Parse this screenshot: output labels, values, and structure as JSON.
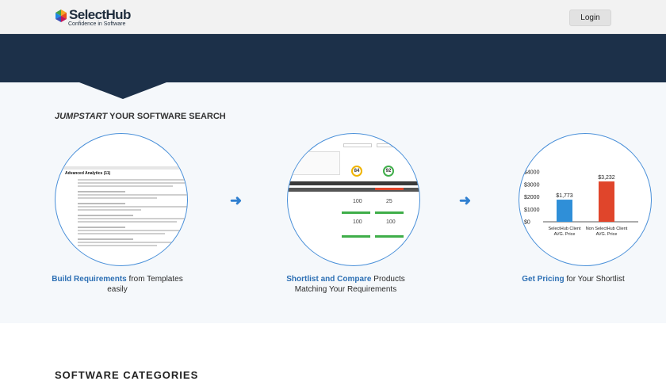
{
  "header": {
    "brand_name": "SelectHub",
    "tagline": "Confidence in Software",
    "login_label": "Login"
  },
  "jumpstart": {
    "title_em": "JUMPSTART",
    "title_rest": " YOUR SOFTWARE SEARCH"
  },
  "steps": [
    {
      "link": "Build Requirements",
      "rest": " from Templates easily"
    },
    {
      "link": "Shortlist and Compare",
      "rest": " Products Matching Your Requirements"
    },
    {
      "link": "Get Pricing",
      "rest": " for Your Shortlist"
    }
  ],
  "requirements_preview": {
    "heading": "Advanced Analytics (11)"
  },
  "compare_preview": {
    "gauges": [
      "84",
      "92"
    ],
    "scores": [
      "100",
      "25",
      "100",
      "100"
    ]
  },
  "chart_data": {
    "type": "bar",
    "categories": [
      "SelectHub Client AVG. Price",
      "Non SelectHub Client AVG. Price"
    ],
    "values": [
      1773,
      3232
    ],
    "value_labels": [
      "$1,773",
      "$3,232"
    ],
    "colors": [
      "#2f8fd8",
      "#e0452b"
    ],
    "yticks": [
      "$4000",
      "$3000",
      "$2000",
      "$1000",
      "$0"
    ],
    "ylim": [
      0,
      4000
    ]
  },
  "next_section": {
    "title": "SOFTWARE CATEGORIES"
  }
}
